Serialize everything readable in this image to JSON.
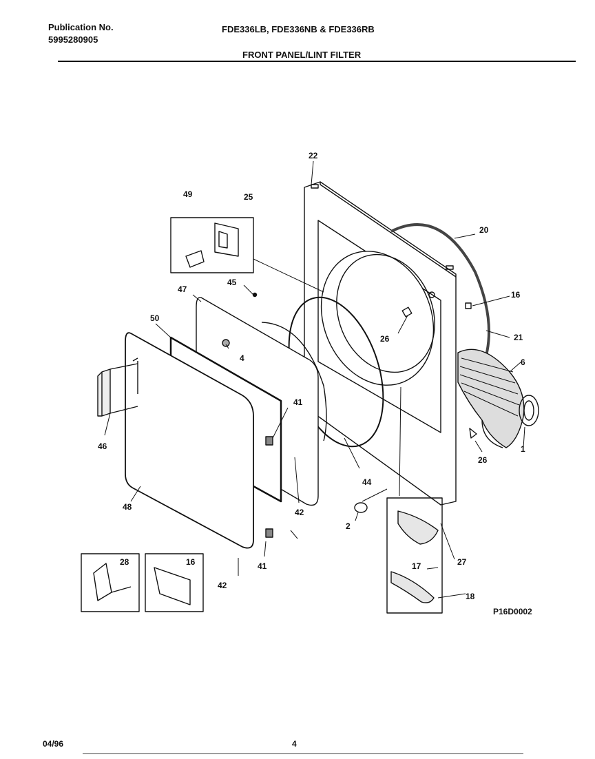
{
  "header": {
    "publication_label": "Publication No.",
    "publication_number": "5995280905",
    "models": "FDE336LB, FDE336NB & FDE336RB",
    "section_title": "FRONT PANEL/LINT FILTER"
  },
  "footer": {
    "date": "04/96",
    "page_number": "4"
  },
  "diagram": {
    "figure_code": "P16D0002",
    "callouts": {
      "c22": "22",
      "c20": "20",
      "c16a": "16",
      "c21": "21",
      "c6": "6",
      "c1": "1",
      "c26a": "26",
      "c26b": "26",
      "c49": "49",
      "c25": "25",
      "c45": "45",
      "c47": "47",
      "c50": "50",
      "c4": "4",
      "c46": "46",
      "c41a": "41",
      "c41b": "41",
      "c42a": "42",
      "c42b": "42",
      "c48": "48",
      "c44": "44",
      "c2": "2",
      "c27": "27",
      "c17": "17",
      "c18": "18",
      "c28": "28",
      "c16b": "16"
    }
  }
}
